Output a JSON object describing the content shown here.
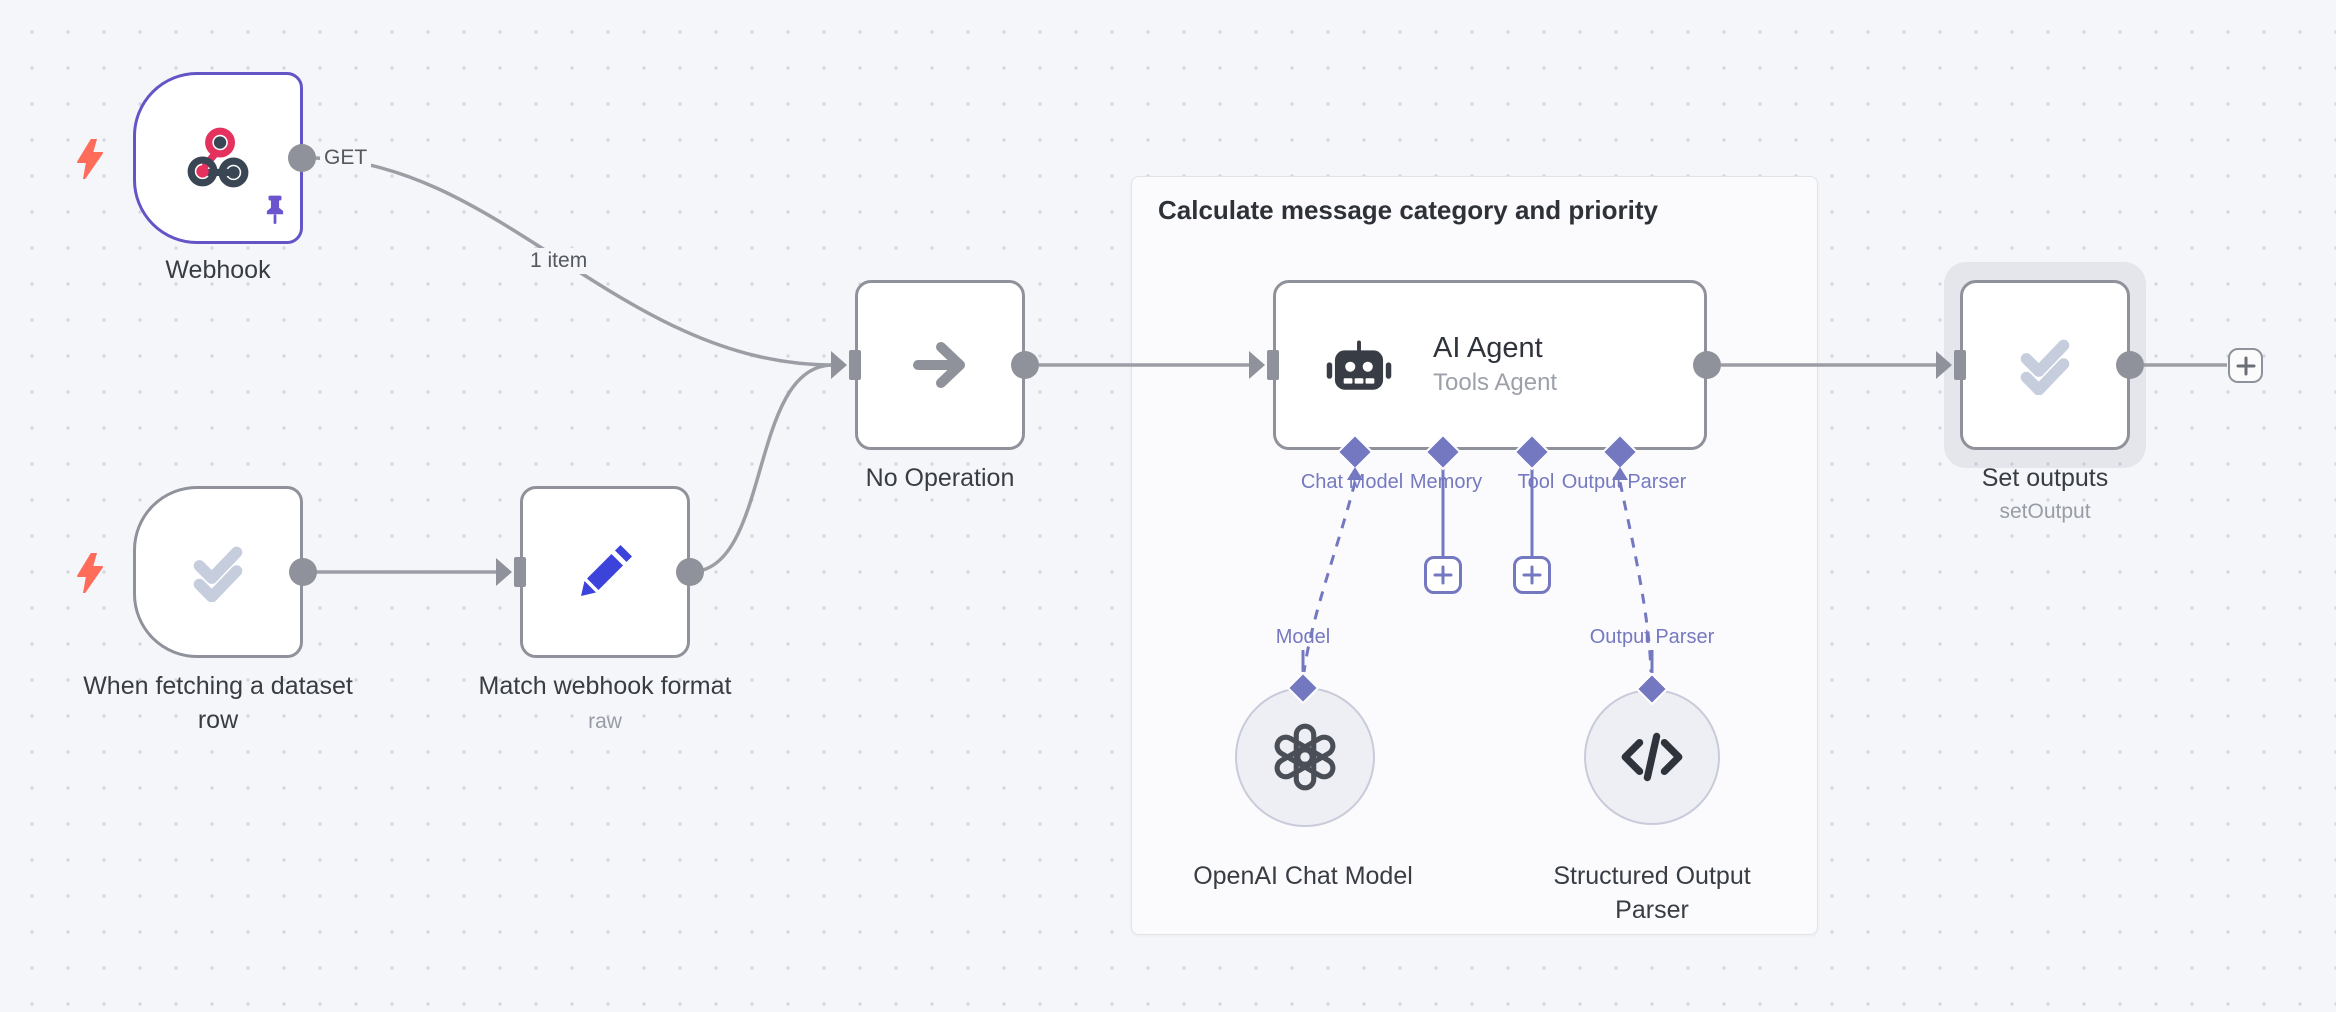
{
  "canvas": {
    "background": "#F5F6F9",
    "dot_color": "#D4D6DE"
  },
  "colors": {
    "node_border": "#8F929A",
    "connection_gray": "#9B9EA5",
    "connector_purple": "#7478C0",
    "webhook_border": "#6355C6",
    "bolt_orange": "#FF6D5A",
    "pencil_blue": "#3B43DB",
    "webhook_pink": "#E5315D",
    "icon_dark": "#3A4049",
    "check_gray_blue": "#C6CDDD",
    "text_main": "#383C43",
    "text_sub": "#989CA6"
  },
  "group": {
    "title": "Calculate message category and priority"
  },
  "edges": {
    "get_label": "GET",
    "items_label": "1 item"
  },
  "nodes": {
    "webhook": {
      "label": "Webhook"
    },
    "dataset_trigger": {
      "label_line1": "When fetching a dataset",
      "label_line2": "row"
    },
    "match": {
      "label": "Match webhook format",
      "subtitle": "raw"
    },
    "noop": {
      "label": "No Operation"
    },
    "agent": {
      "title": "AI Agent",
      "subtitle": "Tools Agent",
      "ports": [
        {
          "label": "Chat Model"
        },
        {
          "label": "Memory"
        },
        {
          "label": "Tool"
        },
        {
          "label": "Output Parser"
        }
      ]
    },
    "openai": {
      "label": "OpenAI Chat Model",
      "port_label": "Model"
    },
    "parser": {
      "label_line1": "Structured Output",
      "label_line2": "Parser",
      "port_label": "Output Parser"
    },
    "set_outputs": {
      "label": "Set outputs",
      "subtitle": "setOutput"
    }
  }
}
